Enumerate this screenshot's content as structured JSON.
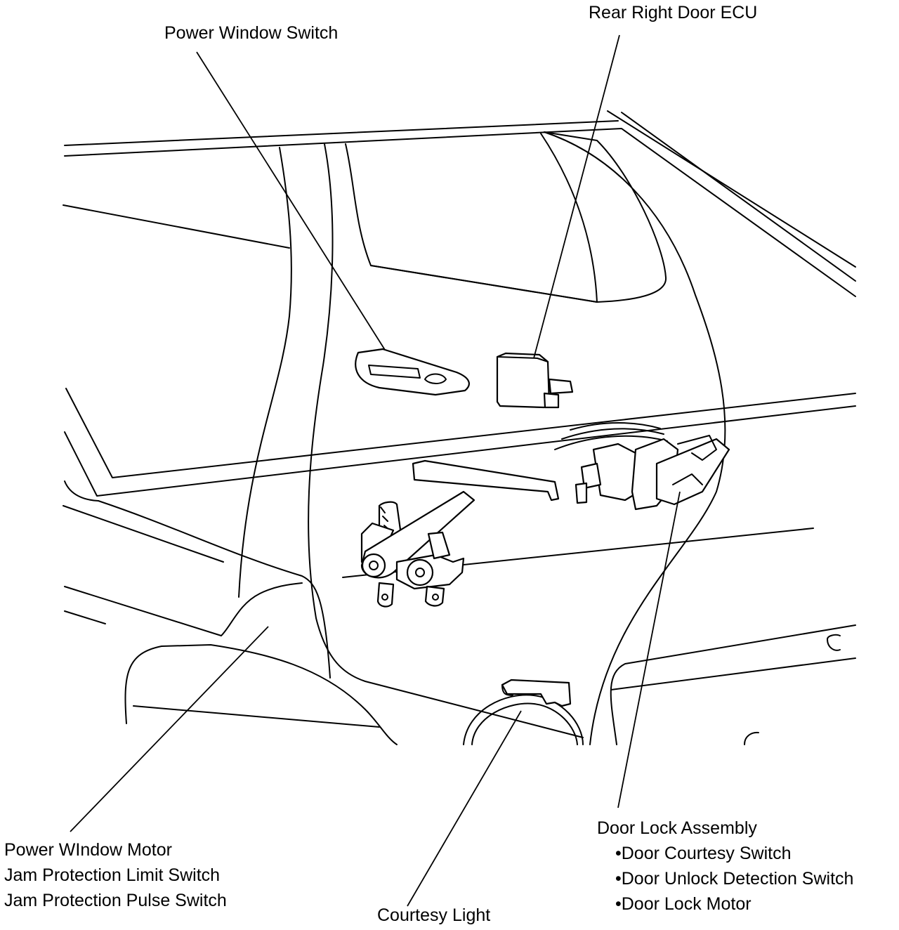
{
  "labels": {
    "power_window_switch": "Power Window Switch",
    "rear_right_door_ecu": "Rear Right Door ECU",
    "power_window_motor": "Power WIndow Motor",
    "jam_limit_switch": "Jam Protection Limit Switch",
    "jam_pulse_switch": "Jam Protection Pulse Switch",
    "courtesy_light": "Courtesy Light",
    "door_lock_assembly": "Door Lock Assembly",
    "door_courtesy_switch": "•Door Courtesy Switch",
    "door_unlock_detection_switch": "•Door Unlock Detection Switch",
    "door_lock_motor": "•Door Lock Motor"
  },
  "colors": {
    "ink": "#000000",
    "paper": "#ffffff"
  }
}
